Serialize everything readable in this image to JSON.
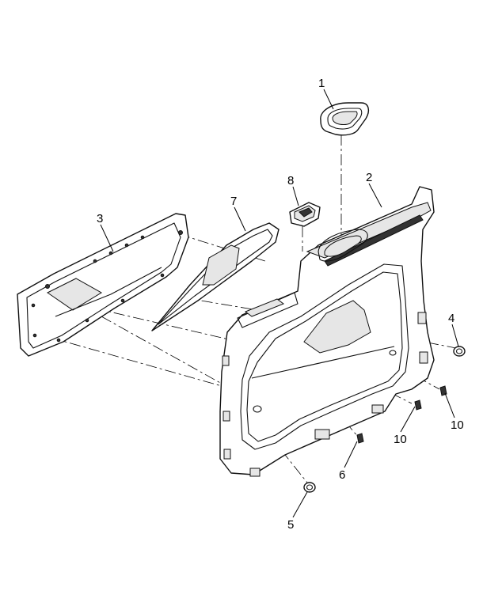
{
  "callouts": [
    {
      "id": "1",
      "label": "1"
    },
    {
      "id": "2",
      "label": "2"
    },
    {
      "id": "3",
      "label": "3"
    },
    {
      "id": "4",
      "label": "4"
    },
    {
      "id": "5",
      "label": "5"
    },
    {
      "id": "6",
      "label": "6"
    },
    {
      "id": "7",
      "label": "7"
    },
    {
      "id": "8",
      "label": "8"
    },
    {
      "id": "10a",
      "label": "10"
    },
    {
      "id": "10b",
      "label": "10"
    }
  ],
  "colors": {
    "line": "#111111",
    "background": "#ffffff",
    "shade": "#e6e6e6"
  }
}
